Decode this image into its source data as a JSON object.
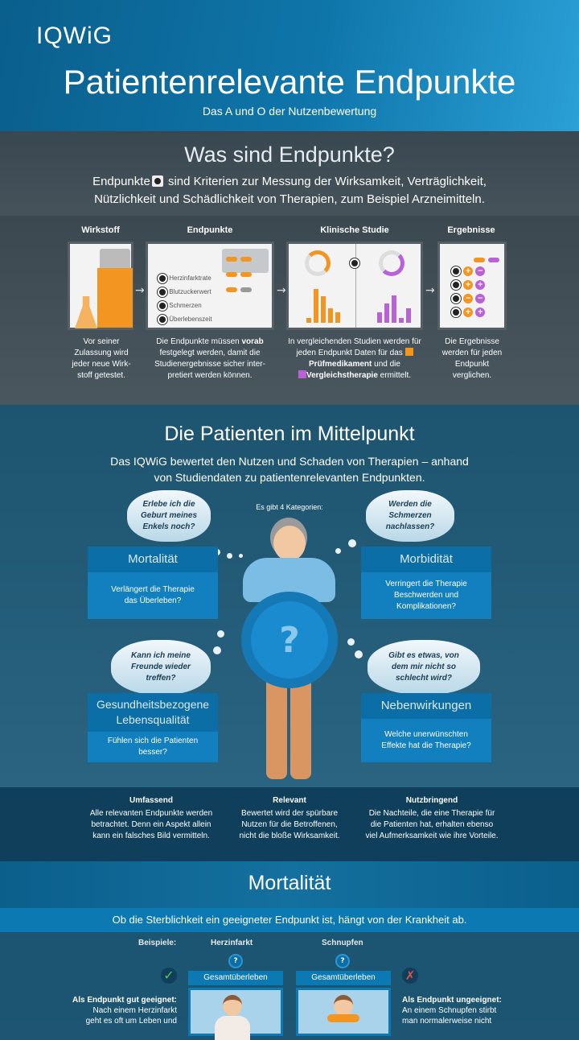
{
  "header": {
    "logo": "IQWiG",
    "title": "Patientenrelevante Endpunkte",
    "subtitle": "Das A und O der Nutzenbewertung"
  },
  "section_what": {
    "title": "Was sind Endpunkte?",
    "line1_prefix": "Endpunkte",
    "line1_suffix": " sind Kriterien zur Messung der Wirksamkeit, Verträglichkeit,",
    "line2": "Nützlichkeit und Schädlichkeit von Therapien, zum Beispiel Arzneimitteln.",
    "endpoint_icon": "endpoint-dot-icon"
  },
  "process": {
    "steps": [
      {
        "title": "Wirkstoff",
        "text": "Vor seiner Zulassung wird jeder neue Wirk-stoff getestet."
      },
      {
        "title": "Endpunkte",
        "text_pre": "Die Endpunkte müssen ",
        "text_bold": "vorab",
        "text_post": " festgelegt werden, damit die Studienergebnisse sicher inter-pretiert werden können.",
        "items": [
          "Herzinfarktrate",
          "Blutzuckerwert",
          "Schmerzen",
          "Überlebenszeit"
        ]
      },
      {
        "title": "Klinische Studie",
        "text_pre": "In vergleichenden Studien werden für jeden Endpunkt Daten für das ",
        "bold1": "Prüfmedikament",
        "text_mid": " und die ",
        "bold2": "Vergleichstherapie",
        "text_post": " ermittelt."
      },
      {
        "title": "Ergebnisse",
        "text": "Die Ergebnisse werden für jeden Endpunkt verglichen.",
        "rows": [
          [
            "+",
            "-"
          ],
          [
            "+",
            "+"
          ],
          [
            "-",
            "-"
          ],
          [
            "+",
            "+"
          ]
        ]
      }
    ],
    "colors": {
      "pruef": "#f39621",
      "vergleich": "#b862d6"
    }
  },
  "section_patients": {
    "title": "Die Patienten im Mittelpunkt",
    "lead1": "Das IQWiG bewertet den Nutzen und Schaden von Therapien – anhand",
    "lead2": "von Studiendaten zu patientenrelevanten Endpunkten.",
    "categories_label": "Es gibt 4 Kategorien:",
    "center_icon": "?",
    "categories": [
      {
        "thought": "Erlebe ich die Geburt meines Enkels noch?",
        "name": "Mortalität",
        "question": "Verlängert die Therapie das Überleben?"
      },
      {
        "thought": "Werden die Schmerzen nachlassen?",
        "name": "Morbidität",
        "question": "Verringert die Therapie Beschwerden und Komplikationen?"
      },
      {
        "thought": "Kann ich meine Freunde wieder treffen?",
        "name": "Gesundheitsbezogene Lebensqualität",
        "question": "Fühlen sich die Patienten besser?"
      },
      {
        "thought": "Gibt es etwas, von dem mir nicht so schlecht wird?",
        "name": "Nebenwirkungen",
        "question": "Welche unerwünschten Effekte hat die Therapie?"
      }
    ]
  },
  "principles": [
    {
      "title": "Umfassend",
      "text": "Alle relevanten Endpunkte werden betrachtet. Denn ein Aspekt allein kann ein falsches Bild vermitteln."
    },
    {
      "title": "Relevant",
      "text": "Bewertet wird der spürbare Nutzen für die Betroffenen, nicht die bloße Wirksamkeit."
    },
    {
      "title": "Nutzbringend",
      "text": "Die Nachteile, die eine Therapie für die Patienten hat, erhalten ebenso viel Aufmerksamkeit wie ihre Vorteile."
    }
  ],
  "section_mortality": {
    "title": "Mortalität",
    "bar": "Ob die Sterblichkeit ein geeigneter Endpunkt ist, hängt von der Krankheit ab.",
    "examples_label": "Beispiele:",
    "examples": [
      {
        "name": "Herzinfarkt",
        "endpoint": "Gesamtüberleben",
        "icon": "?"
      },
      {
        "name": "Schnupfen",
        "endpoint": "Gesamtüberleben",
        "icon": "?"
      }
    ],
    "good": {
      "title": "Als Endpunkt gut geeignet:",
      "text1": "Nach einem Herzinfarkt",
      "text2": "geht es oft um Leben und"
    },
    "bad": {
      "title": "Als Endpunkt ungeeignet:",
      "text1": "An einem Schnupfen stirbt",
      "text2": "man normalerweise nicht"
    }
  }
}
